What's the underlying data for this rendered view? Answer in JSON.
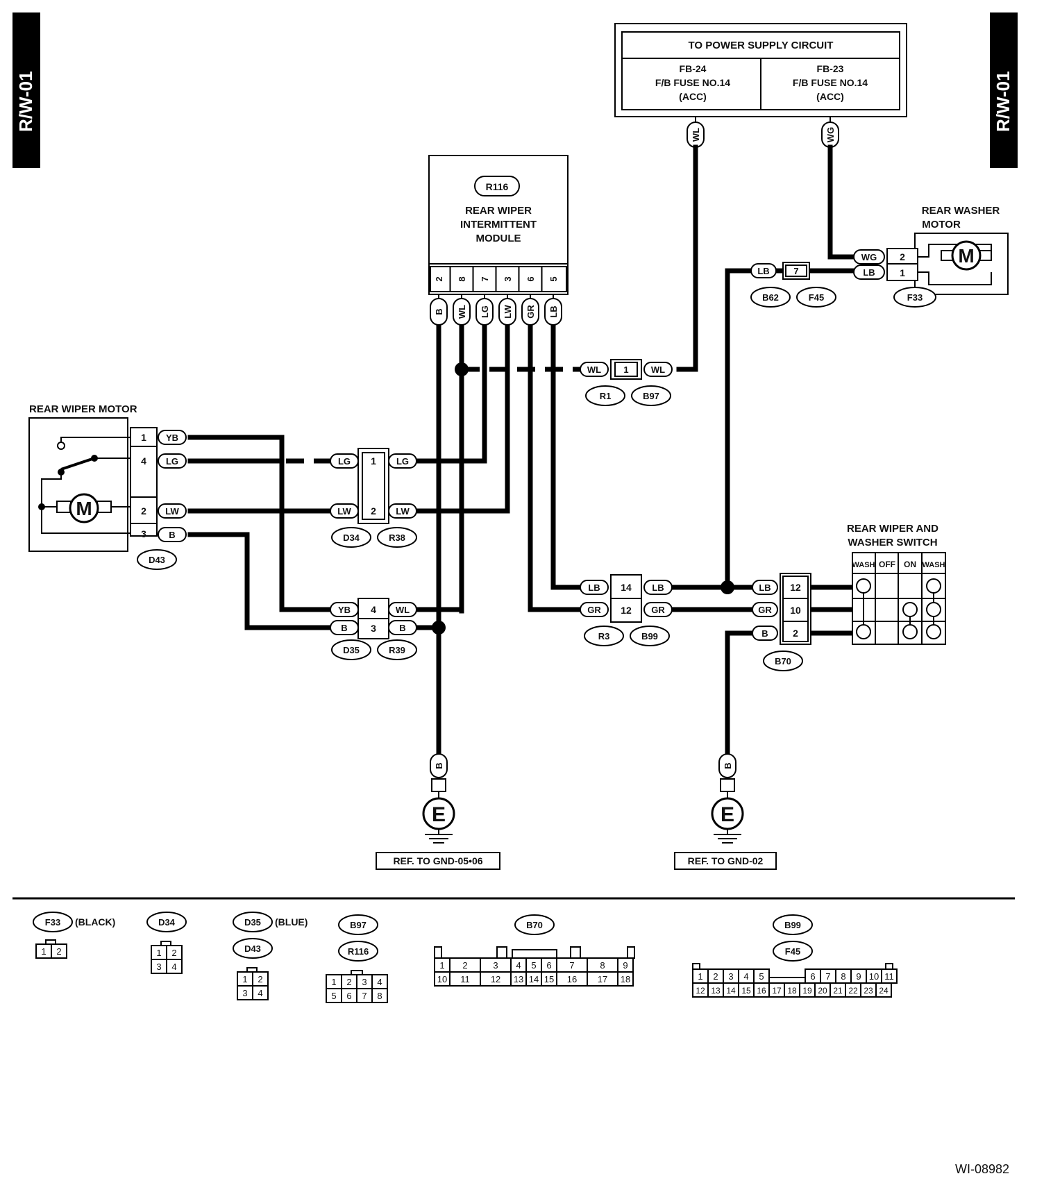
{
  "page_code": "R/W-01",
  "figure_id": "WI-08982",
  "power": {
    "title": "TO POWER SUPPLY CIRCUIT",
    "left": [
      "FB-24",
      "F/B FUSE NO.14",
      "(ACC)"
    ],
    "right": [
      "FB-23",
      "F/B FUSE NO.14",
      "(ACC)"
    ]
  },
  "module": {
    "id": "R116",
    "name": [
      "REAR WIPER",
      "INTERMITTENT",
      "MODULE"
    ],
    "pins": [
      "2",
      "8",
      "7",
      "3",
      "6",
      "5"
    ],
    "wires": [
      "B",
      "WL",
      "LG",
      "LW",
      "GR",
      "LB"
    ]
  },
  "washer_motor": {
    "name": [
      "REAR WASHER",
      "MOTOR"
    ],
    "pins": [
      "2",
      "1"
    ],
    "wires": [
      "WG",
      "LB"
    ],
    "conn": "F33"
  },
  "wiper_motor": {
    "name": "REAR WIPER MOTOR",
    "pins": [
      "1",
      "4",
      "2",
      "3"
    ],
    "wires": [
      "YB",
      "LG",
      "LW",
      "B"
    ],
    "conn": "D43"
  },
  "switch": {
    "name": [
      "REAR WIPER AND",
      "WASHER SWITCH"
    ],
    "cols": [
      "WASH",
      "OFF",
      "ON",
      "WASH"
    ],
    "pins": [
      "12",
      "10",
      "2"
    ],
    "wires": [
      "LB",
      "GR",
      "B"
    ],
    "conn": "B70"
  },
  "junctions": {
    "b62": {
      "pin": "7",
      "wire": "LB",
      "conns": [
        "B62",
        "F45"
      ]
    },
    "r1": {
      "pin": "1",
      "wires": [
        "WL",
        "WL"
      ],
      "conns": [
        "R1",
        "B97"
      ]
    },
    "d34": {
      "pins": [
        "1",
        "2"
      ],
      "wires_l": [
        "LG",
        "LW"
      ],
      "wires_r": [
        "LG",
        "LW"
      ],
      "conns": [
        "D34",
        "R38"
      ]
    },
    "d35": {
      "pins": [
        "4",
        "3"
      ],
      "wires_l": [
        "YB",
        "B"
      ],
      "wires_r": [
        "WL",
        "B"
      ],
      "conns": [
        "D35",
        "R39"
      ]
    },
    "r3": {
      "pins": [
        "14",
        "12"
      ],
      "wires_l": [
        "LB",
        "GR"
      ],
      "wires_r": [
        "LB",
        "GR"
      ],
      "conns": [
        "R3",
        "B99"
      ]
    }
  },
  "power_wires": [
    "WL",
    "WG"
  ],
  "grounds": [
    {
      "wire": "B",
      "symbol": "E",
      "ref": "REF. TO GND-05•06"
    },
    {
      "wire": "B",
      "symbol": "E",
      "ref": "REF. TO GND-02"
    }
  ],
  "motor_symbol": "M",
  "legend": {
    "f33": {
      "id": "F33",
      "note": "(BLACK)"
    },
    "d34": {
      "id": "D34"
    },
    "d35": {
      "id": "D35",
      "note": "(BLUE)"
    },
    "d43": {
      "id": "D43"
    },
    "b97": {
      "id": "B97"
    },
    "r116": {
      "id": "R116"
    },
    "b70": {
      "id": "B70"
    },
    "b99": {
      "id": "B99"
    },
    "f45": {
      "id": "F45"
    },
    "pins2": [
      "1",
      "2"
    ],
    "pins4": [
      "1",
      "2",
      "3",
      "4"
    ],
    "pins8": [
      "1",
      "2",
      "3",
      "4",
      "5",
      "6",
      "7",
      "8"
    ],
    "pins18_top": [
      "1",
      "2",
      "3",
      "4",
      "5",
      "6",
      "7",
      "8",
      "9"
    ],
    "pins18_bot": [
      "10",
      "11",
      "12",
      "13",
      "14",
      "15",
      "16",
      "17",
      "18"
    ],
    "pins24_top": [
      "1",
      "2",
      "3",
      "4",
      "5",
      "6",
      "7",
      "8",
      "9",
      "10",
      "11"
    ],
    "pins24_bot": [
      "12",
      "13",
      "14",
      "15",
      "16",
      "17",
      "18",
      "19",
      "20",
      "21",
      "22",
      "23",
      "24"
    ]
  }
}
